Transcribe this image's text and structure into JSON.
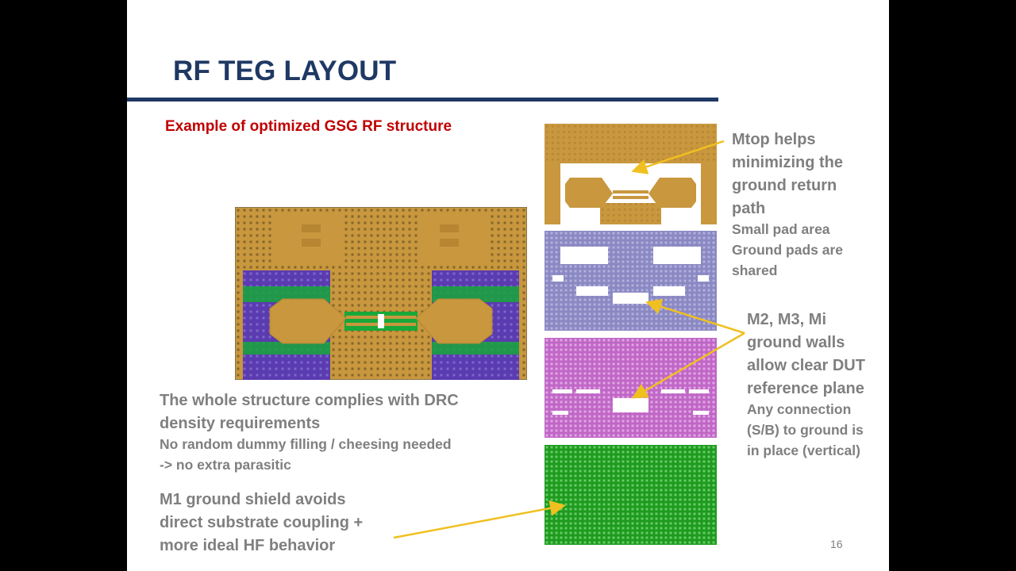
{
  "slide": {
    "title": "RF TEG LAYOUT",
    "subtitle": "Example of optimized GSG RF structure",
    "page_number": "16"
  },
  "left_notes": {
    "drc_heading_line1": "The whole structure complies with DRC",
    "drc_heading_line2": "density requirements",
    "drc_detail_line1": "No random dummy filling / cheesing needed",
    "drc_detail_line2": "-> no extra parasitic",
    "m1_line1": "M1 ground shield avoids",
    "m1_line2": "direct substrate coupling +",
    "m1_line3": "more ideal HF behavior"
  },
  "right_notes": {
    "mtop_line1": "Mtop helps",
    "mtop_line2": "minimizing the",
    "mtop_line3": "ground return",
    "mtop_line4": "path",
    "mtop_detail_line1": "Small pad area",
    "mtop_detail_line2": "Ground pads are",
    "mtop_detail_line3": "shared",
    "m2_line1": "M2, M3, Mi",
    "m2_line2": "ground walls",
    "m2_line3": "allow clear DUT",
    "m2_line4": "reference plane",
    "m2_detail_line1": "Any connection",
    "m2_detail_line2": "(S/B) to ground is",
    "m2_detail_line3": "in place (vertical)"
  },
  "colors": {
    "title": "#1f3864",
    "subtitle": "#c00000",
    "body_text": "#7f7f7f",
    "arrow": "#f0c020",
    "mtop_gold": "#c8973e",
    "m2_lavender": "#8a88c2",
    "m3_magenta": "#c066c6",
    "m1_green": "#1e9a1e",
    "purple": "#5a3bb0"
  }
}
